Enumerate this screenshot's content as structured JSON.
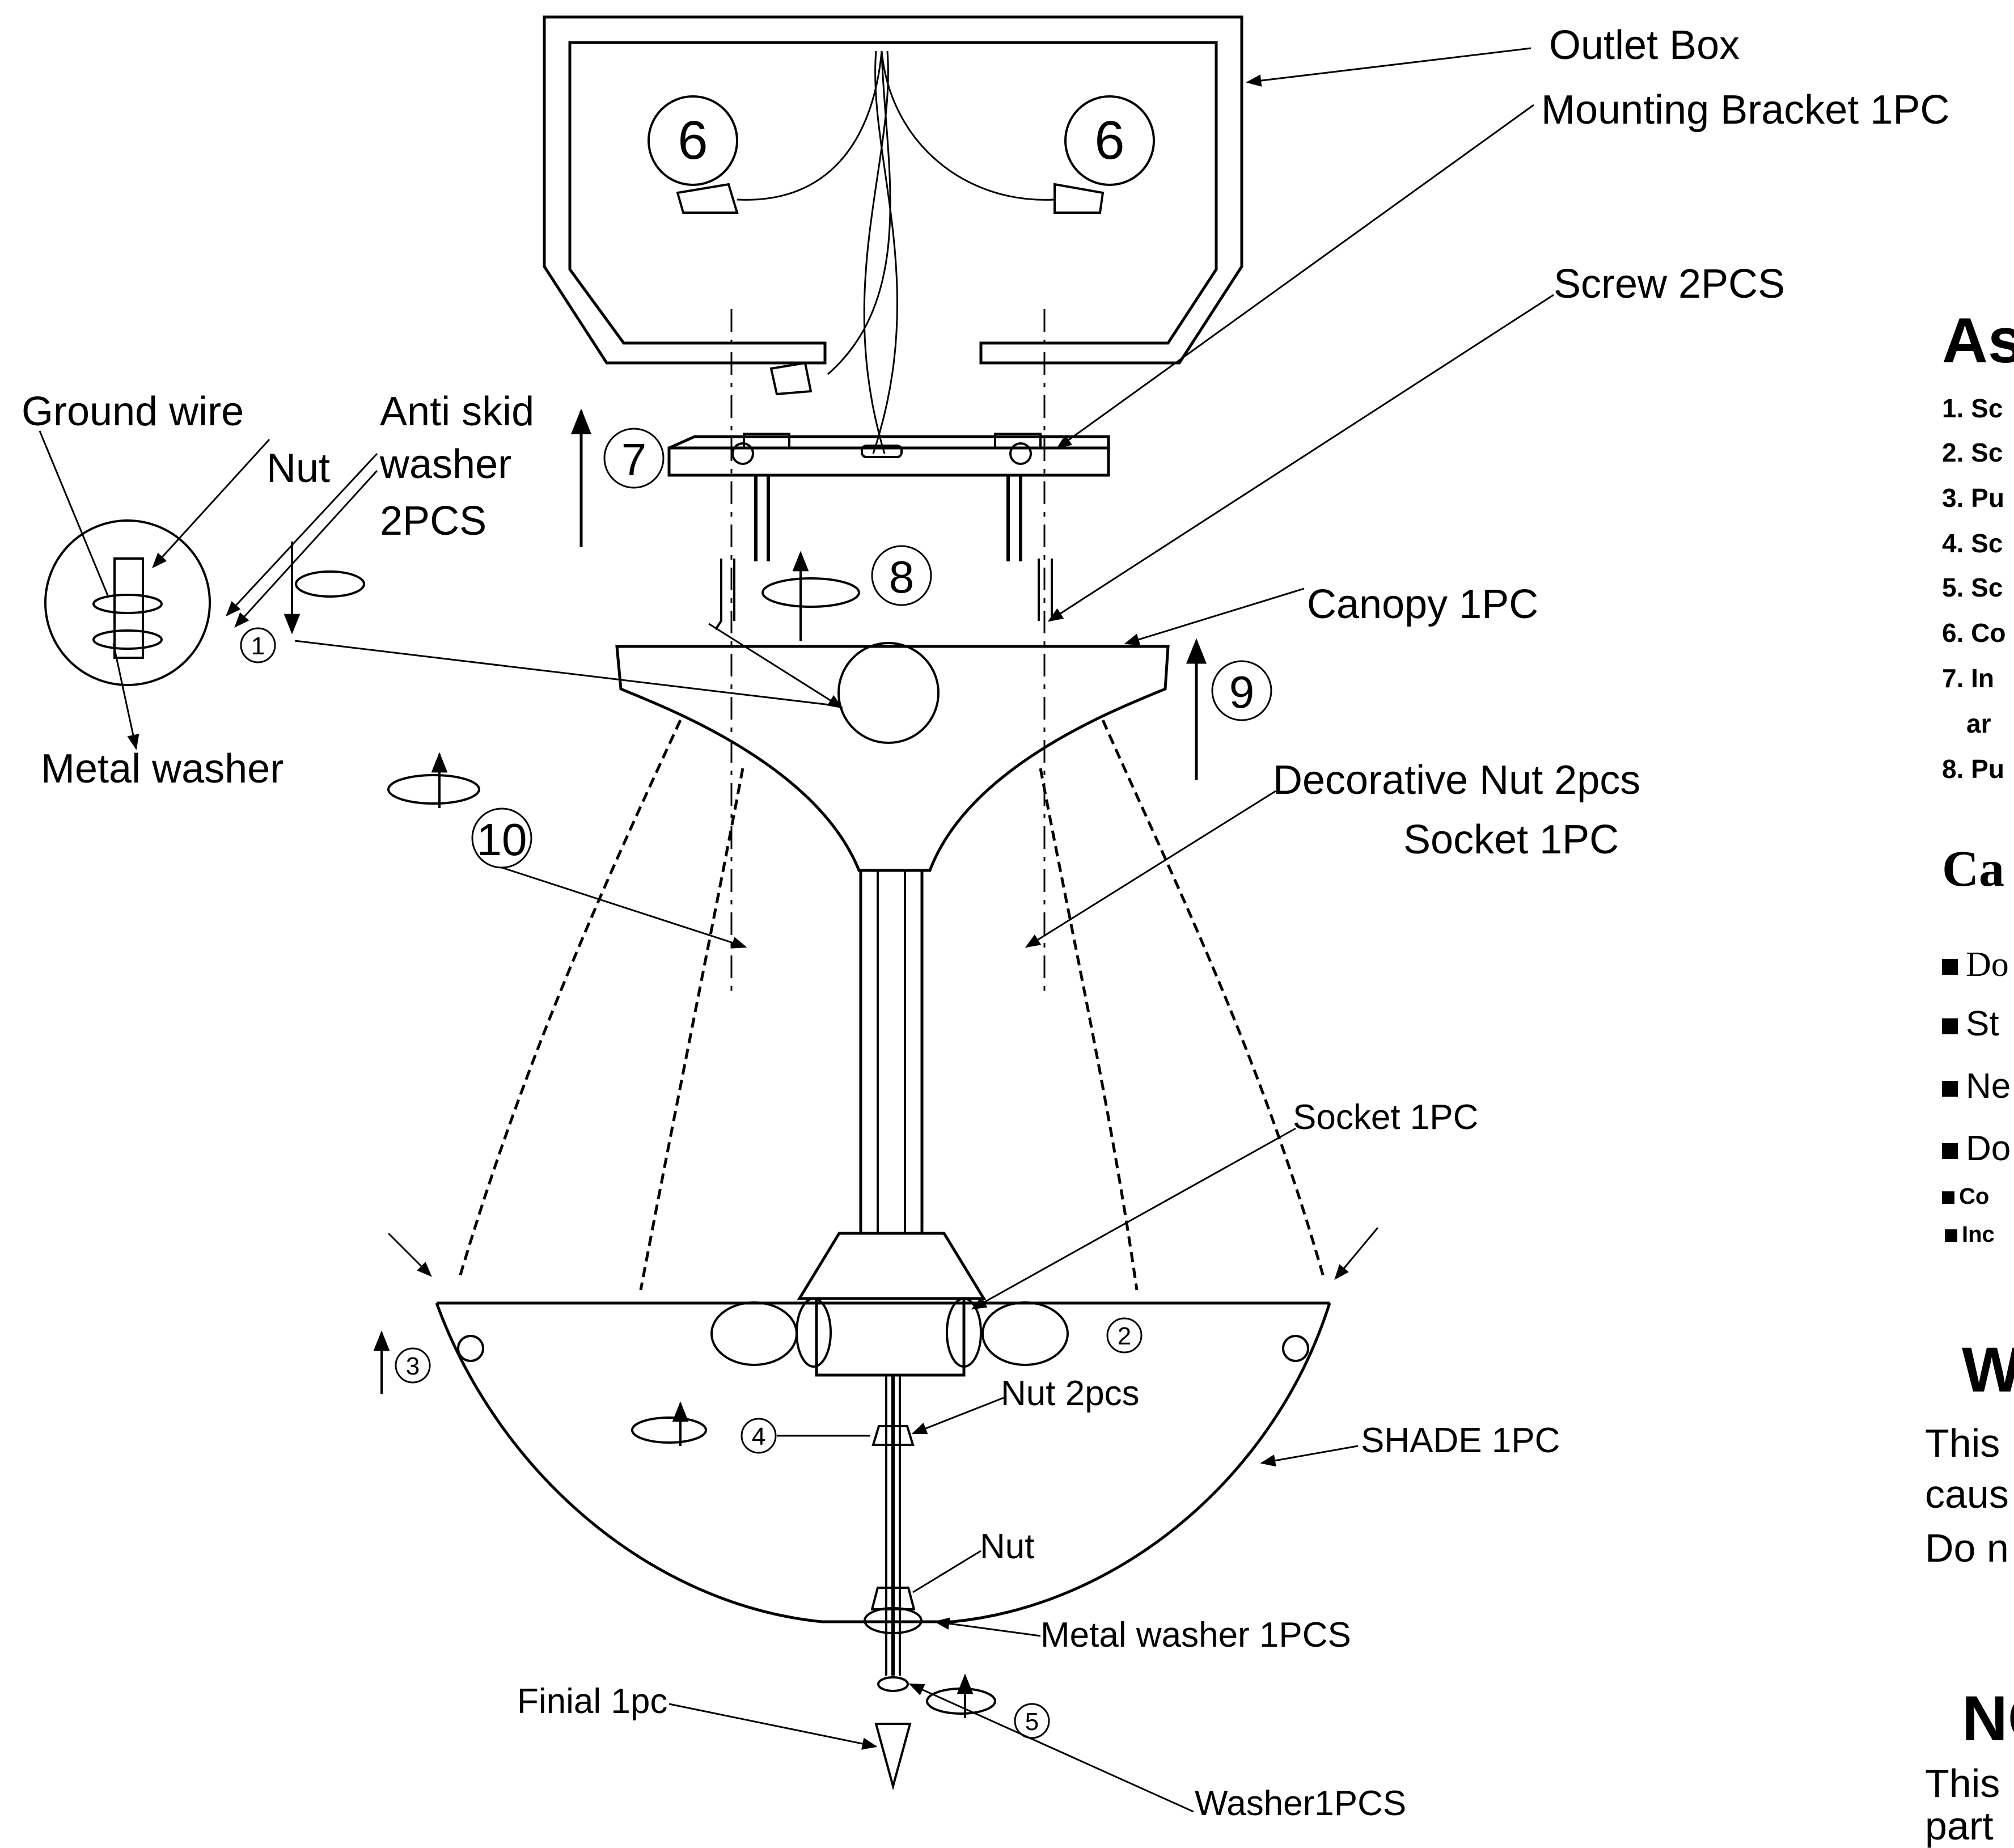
{
  "labels": {
    "outlet_box": "Outlet  Box",
    "mounting_bracket": "Mounting Bracket  1PC",
    "screw": "Screw 2PCS",
    "ground_wire": "Ground wire",
    "nut_top": "Nut",
    "anti_skid_1": "Anti skid",
    "anti_skid_2": "washer",
    "anti_skid_3": "2PCS",
    "metal_washer_left": "Metal washer",
    "canopy": "Canopy  1PC",
    "decorative_nut": "Decorative Nut 2pcs",
    "socket_top": "Socket  1PC",
    "socket_mid": "Socket  1PC",
    "nut_2pcs": "Nut 2pcs",
    "shade": "SHADE 1PC",
    "nut_bottom": "Nut",
    "metal_washer_bottom": "Metal washer  1PCS",
    "finial": "Finial 1pc",
    "washer": "Washer1PCS"
  },
  "step_numbers": [
    "1",
    "2",
    "3",
    "4",
    "5",
    "6",
    "6",
    "7",
    "8",
    "9",
    "10"
  ],
  "right_panel": {
    "heading_assembly": "As",
    "steps": [
      "1. Sc",
      "2. Sc",
      "3. Pu",
      "4. Sc",
      "5. Sc",
      "6. Co",
      "7. In",
      "ar",
      "8. Pu"
    ],
    "heading_caution": "Ca",
    "caution_items": [
      "Do",
      "St",
      "Ne",
      "Do"
    ],
    "small_items": [
      "Co",
      "Inc"
    ],
    "heading_warning": "Wa",
    "warning_lines": [
      "This",
      "caus",
      "Do n"
    ],
    "heading_note": "NO",
    "note_lines": [
      "This",
      "part"
    ]
  },
  "colors": {
    "ink": "#000000",
    "background": "#ffffff"
  }
}
